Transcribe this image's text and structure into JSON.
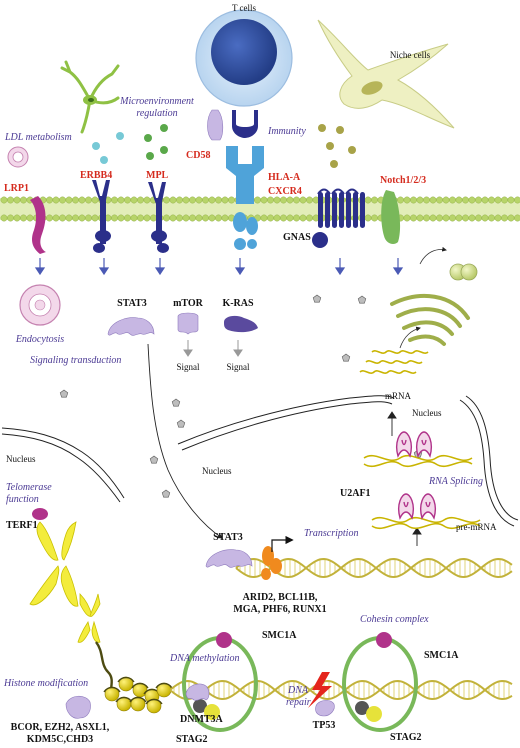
{
  "labels": {
    "t_cells": "T cells",
    "niche_cells": "Niche cells",
    "micro_line1": "Microenvironment",
    "micro_line2": "regulation",
    "ldl_metabolism": "LDL metabolism",
    "lrp1": "LRP1",
    "erbb4": "ERBB4",
    "mpl": "MPL",
    "cd58": "CD58",
    "immunity": "Immunity",
    "hla_a": "HLA-A",
    "cxcr4": "CXCR4",
    "notch": "Notch1/2/3",
    "gnas": "GNAS",
    "endocytosis": "Endocytosis",
    "stat3_top": "STAT3",
    "mtor": "mTOR",
    "kras": "K-RAS",
    "signal_1": "Signal",
    "signal_2": "Signal",
    "signaling_transduction": "Signaling transduction",
    "mrna": "mRNA",
    "nucleus_right": "Nucleus",
    "nucleus_center": "Nucleus",
    "nucleus_left": "Nucleus",
    "u2af1": "U2AF1",
    "rna_splicing": "RNA Splicing",
    "pre_mrna": "pre-mRNA",
    "telomerase_line1": "Telomerase",
    "telomerase_line2": "function",
    "terf1": "TERF1",
    "stat3_bottom": "STAT3",
    "transcription": "Transcription",
    "tf_line1": "ARID2, BCL11B,",
    "tf_line2": "MGA, PHF6, RUNX1",
    "cohesin_complex": "Cohesin complex",
    "smc1a_left": "SMC1A",
    "smc1a_right": "SMC1A",
    "dna_methylation": "DNA methylation",
    "histone_modification": "Histone modification",
    "dnmt3a": "DNMT3A",
    "dna_repair_line1": "DNA",
    "dna_repair_line2": "repair",
    "tp53": "TP53",
    "stag2_left": "STAG2",
    "stag2_right": "STAG2",
    "histone_line1": "BCOR, EZH2, ASXL1,",
    "histone_line2": "KDM5C,CHD3"
  },
  "colors": {
    "membrane_head": "#b7d46a",
    "membrane_tail": "#e2edb9",
    "receptor_navy": "#2b2f8a",
    "receptor_blue": "#4fa3d9",
    "tcell_outer": "#cfe3f7",
    "tcell_nucleus": "#2e4fa3",
    "ligand_cyan": "#77c9d6",
    "ligand_green": "#5aa84a",
    "ligand_olive": "#a8a348",
    "lrp1_magenta": "#b0338a",
    "notch_green": "#79b85a",
    "protein_lilac": "#c7b7e3",
    "kras_purple": "#5a4a9e",
    "dna_yellow": "#e6e08a",
    "chromosome_yellow": "#f3ec3c",
    "orange_tf": "#f08a1e",
    "label_red": "#d52b1e",
    "label_purple": "#4b3a94"
  }
}
